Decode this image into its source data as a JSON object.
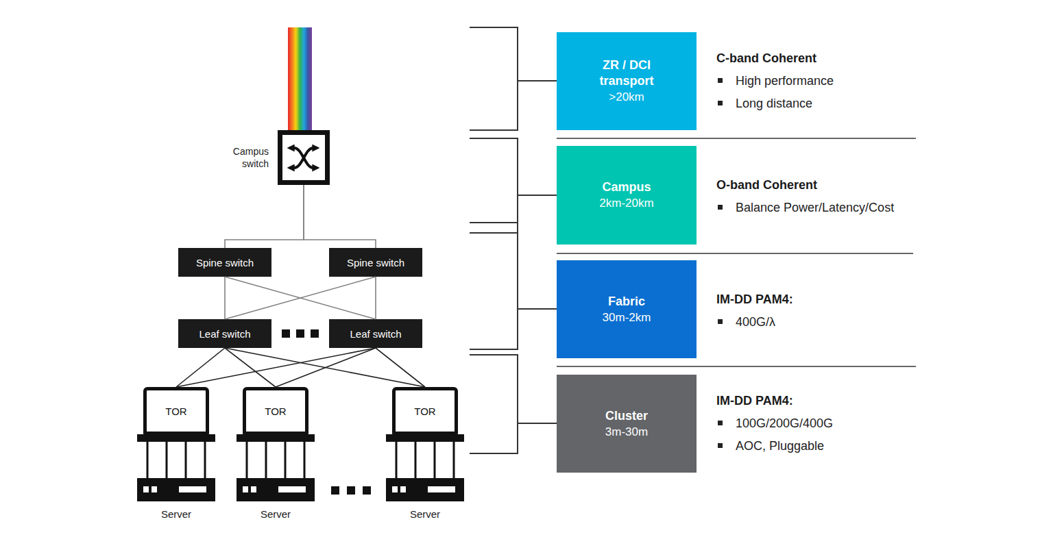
{
  "diagram": {
    "nodes": [
      {
        "text": [
          "Campus switch"
        ]
      },
      {
        "text": [
          "Spine switch"
        ]
      },
      {
        "text": [
          "Spine switch"
        ]
      },
      {
        "text": [
          "Leaf switch"
        ]
      },
      {
        "text": [
          "Leaf switch"
        ]
      },
      {
        "text": [
          "TOR"
        ]
      },
      {
        "text": [
          "TOR"
        ]
      },
      {
        "text": [
          "TOR"
        ]
      },
      {
        "text": [
          "Server"
        ]
      },
      {
        "text": [
          "Server"
        ]
      },
      {
        "text": [
          "Server"
        ]
      },
      {
        "text": [
          "ZR / DCI transport",
          ">20km"
        ]
      },
      {
        "text": [
          "Campus",
          "2km-20km"
        ]
      },
      {
        "text": [
          "Fabric",
          "30m-2km"
        ]
      },
      {
        "text": [
          "Cluster",
          "3m-30m"
        ]
      }
    ],
    "edges": [
      {
        "from": 0,
        "to": 1,
        "arrow": "none"
      },
      {
        "from": 0,
        "to": 2,
        "arrow": "none"
      },
      {
        "from": 1,
        "to": 3,
        "arrow": "none"
      },
      {
        "from": 1,
        "to": 4,
        "arrow": "none"
      },
      {
        "from": 2,
        "to": 3,
        "arrow": "none"
      },
      {
        "from": 2,
        "to": 4,
        "arrow": "none"
      },
      {
        "from": 3,
        "to": 5,
        "arrow": "none"
      },
      {
        "from": 3,
        "to": 6,
        "arrow": "none"
      },
      {
        "from": 3,
        "to": 7,
        "arrow": "none"
      },
      {
        "from": 4,
        "to": 5,
        "arrow": "none"
      },
      {
        "from": 4,
        "to": 6,
        "arrow": "none"
      },
      {
        "from": 4,
        "to": 7,
        "arrow": "none"
      }
    ],
    "labels": [
      "C-band Coherent",
      "High performance",
      "Long distance",
      "O-band Coherent",
      "Balance Power/Latency/Cost",
      "IM-DD PAM4:",
      "400G/λ",
      "IM-DD PAM4:",
      "100G/200G/400G",
      "AOC, Pluggable"
    ]
  }
}
